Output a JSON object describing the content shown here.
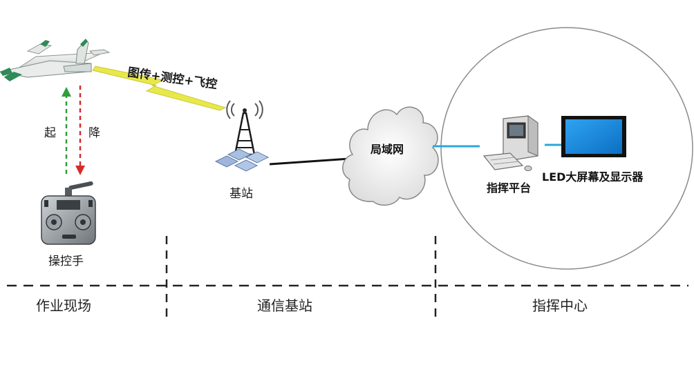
{
  "labels": {
    "link": "图传+测控+飞控",
    "takeoff": "起",
    "landing": "降",
    "operator": "操控手",
    "base_station": "基站",
    "lan": "局域网",
    "command_platform": "指挥平台",
    "led_display": "LED大屏幕及显示器"
  },
  "zones": {
    "field": "作业现场",
    "comm": "通信基站",
    "command": "指挥中心"
  },
  "colors": {
    "takeoff_arrow": "#2e9e3a",
    "landing_arrow": "#d62b2b",
    "lightning": "#e8e84a",
    "network_link": "#2aa8d8",
    "wire": "#111111",
    "screen": "#1e8fe0"
  },
  "icons": {
    "drone": "uav-icon",
    "controller": "remote-controller-icon",
    "tower": "cell-tower-icon",
    "cloud": "cloud-icon",
    "computer": "desktop-computer-icon",
    "monitor": "led-monitor-icon"
  }
}
